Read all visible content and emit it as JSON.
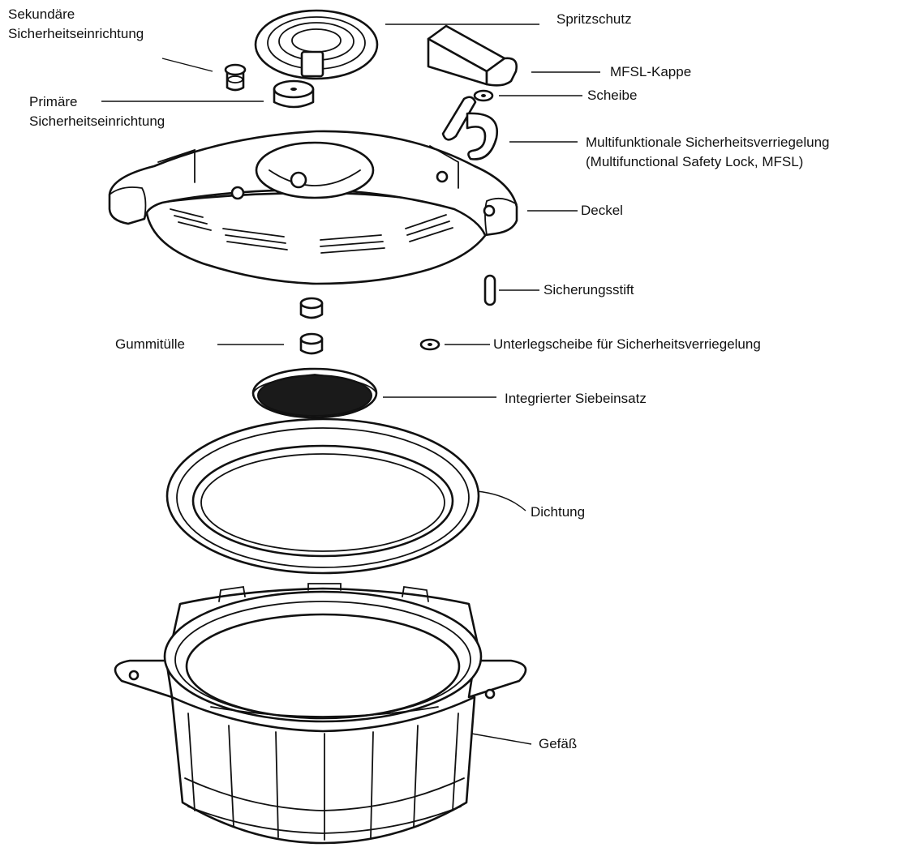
{
  "labels": {
    "secondary_safety_line1": "Sekundäre",
    "secondary_safety_line2": "Sicherheitseinrichtung",
    "primary_safety_line1": "Primäre",
    "primary_safety_line2": "Sicherheitseinrichtung",
    "splash_guard": "Spritzschutz",
    "mfsl_cap": "MFSL-Kappe",
    "washer": "Scheibe",
    "mfsl_line1": "Multifunktionale Sicherheitsverriegelung",
    "mfsl_line2": "(Multifunctional Safety Lock, MFSL)",
    "lid": "Deckel",
    "locking_pin": "Sicherungsstift",
    "rubber_grommet": "Gummitülle",
    "lock_washer": "Unterlegscheibe für Sicherheitsverriegelung",
    "strainer": "Integrierter Siebeinsatz",
    "gasket": "Dichtung",
    "pot": "Gefäß"
  },
  "colors": {
    "line": "#111111",
    "background": "#ffffff"
  }
}
